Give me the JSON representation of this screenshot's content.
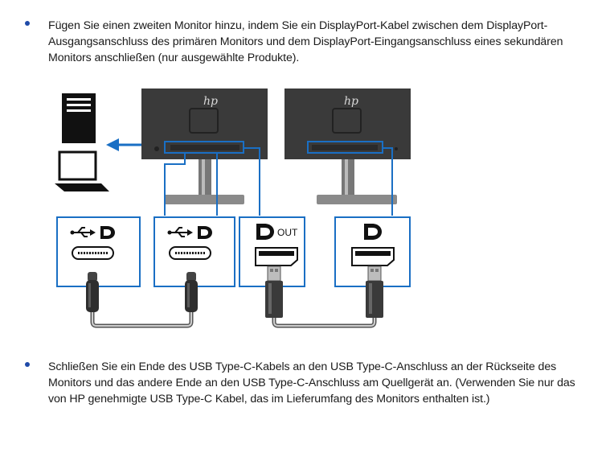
{
  "instructions": [
    {
      "text": "Fügen Sie einen zweiten Monitor hinzu, indem Sie ein DisplayPort-Kabel zwischen dem DisplayPort-Ausgangsanschluss des primären Monitors und dem DisplayPort-Eingangsanschluss eines sekundären Monitors anschließen (nur ausgewählte Produkte)."
    },
    {
      "text": "Schließen Sie ein Ende des USB Type-C-Kabels an den USB Type-C-Anschluss an der Rückseite des Monitors und das andere Ende an den USB Type-C-Anschluss am Quellgerät an. (Verwenden Sie nur das von HP genehmigte USB Type-C Kabel, das im Lieferumfang des Monitors enthalten ist.)"
    }
  ],
  "diagram": {
    "dp_out_label": "OUT",
    "colors": {
      "accent": "#1a6fc4",
      "monitor": "#3a3a3a",
      "cable": "#555555",
      "cable_inner": "#cfcfcf"
    },
    "icons": [
      "desktop-tower-icon",
      "laptop-icon",
      "arrow-left-icon",
      "hp-logo",
      "usb-icon",
      "displayport-icon",
      "usb-c-port-icon",
      "displayport-port-icon",
      "usb-c-plug-icon",
      "displayport-plug-icon"
    ]
  }
}
